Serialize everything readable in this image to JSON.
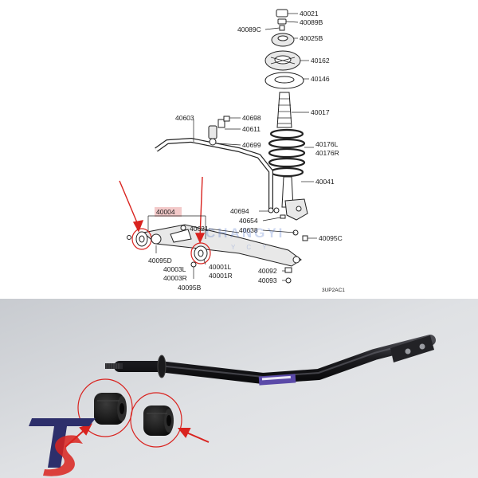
{
  "diagram": {
    "callouts": {
      "p40021": "40021",
      "p40089b": "40089B",
      "p40089c": "40089C",
      "p40025b": "40025B",
      "p40162": "40162",
      "p40146": "40146",
      "p40017": "40017",
      "p40603": "40603",
      "p40698": "40698",
      "p40611": "40611",
      "p40699": "40699",
      "p40176l": "40176L",
      "p40176r": "40176R",
      "p40041": "40041",
      "p40004": "40004",
      "p40694": "40694",
      "p40654": "40654",
      "p40621": "40621",
      "p40638": "40638",
      "p40095c": "40095C",
      "p40095d": "40095D",
      "p40003l": "40003L",
      "p40003r": "40003R",
      "p40095b": "40095B",
      "p40001l": "40001L",
      "p40001r": "40001R",
      "p40092": "40092",
      "p40093": "40093"
    },
    "code": "3UP2AC1"
  },
  "watermark": {
    "brand": "CHANGYI",
    "sub": "Y C Y"
  },
  "colors": {
    "arrow": "#d9231f",
    "highlight": "#f3c9c9",
    "bar": "#1e1e22",
    "bushing": "#141414",
    "label": "#5b4aa8"
  }
}
